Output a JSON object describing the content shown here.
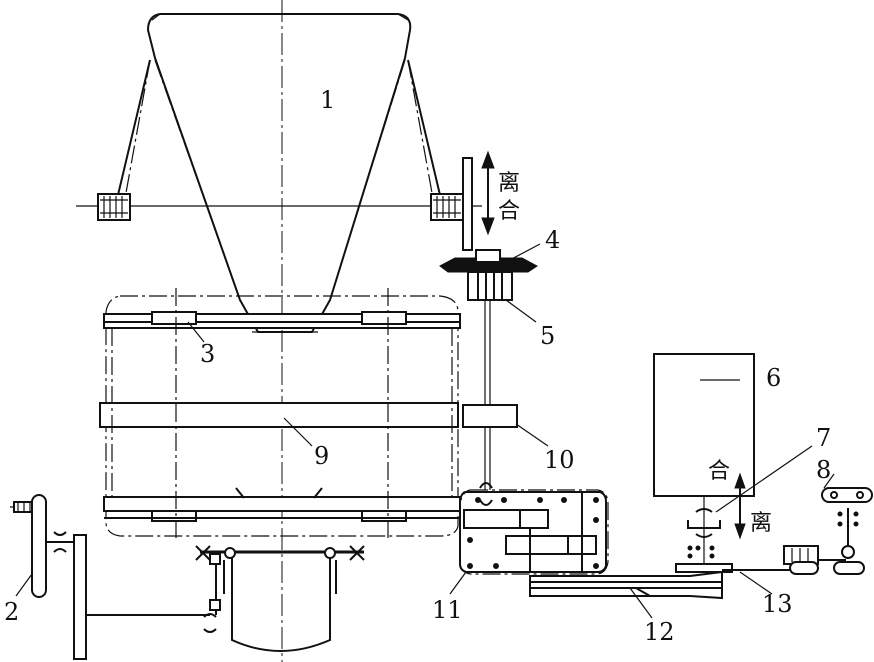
{
  "labels": {
    "n1": "1",
    "n2": "2",
    "n3": "3",
    "n4": "4",
    "n5": "5",
    "n6": "6",
    "n7": "7",
    "n8": "8",
    "n9": "9",
    "n10": "10",
    "n11": "11",
    "n12": "12",
    "n13": "13"
  },
  "clutch_upper": {
    "disengage": "离",
    "engage": "合"
  },
  "clutch_lower": {
    "engage": "合",
    "disengage": "离"
  }
}
